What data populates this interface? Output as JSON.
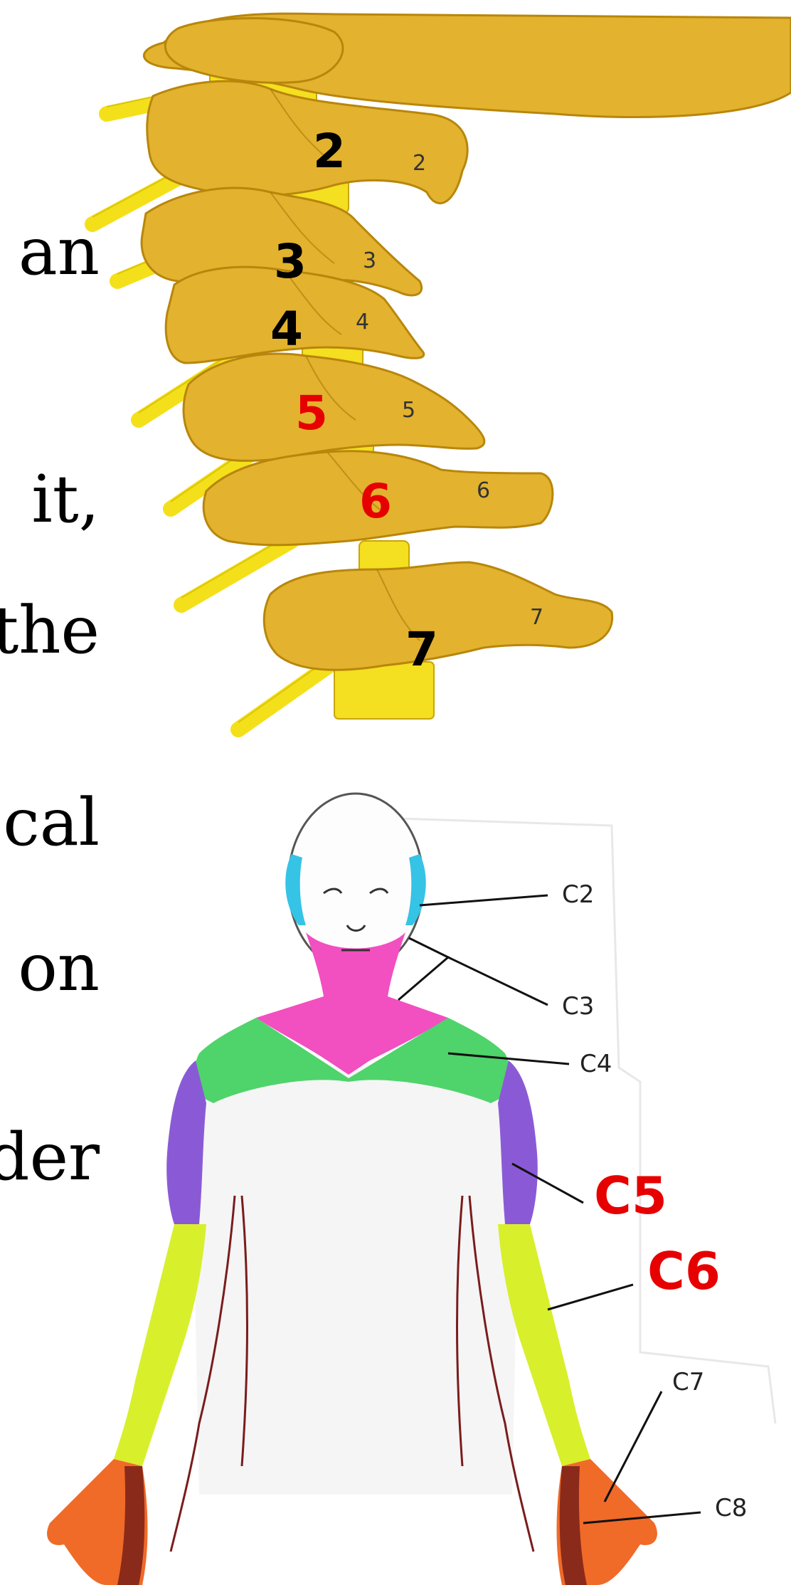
{
  "text_fragments": [
    "an",
    "it,",
    "the",
    "cal",
    "on",
    "der"
  ],
  "spine": {
    "vertebrae": [
      {
        "big": "2",
        "small": "2",
        "highlight": false
      },
      {
        "big": "3",
        "small": "3",
        "highlight": false
      },
      {
        "big": "4",
        "small": "4",
        "highlight": false
      },
      {
        "big": "5",
        "small": "5",
        "highlight": true
      },
      {
        "big": "6",
        "small": "6",
        "highlight": true
      },
      {
        "big": "7",
        "small": "7",
        "highlight": false
      }
    ]
  },
  "dermatome": {
    "labels": [
      {
        "text": "C2",
        "highlight": false
      },
      {
        "text": "C3",
        "highlight": false
      },
      {
        "text": "C4",
        "highlight": false
      },
      {
        "text": "C5",
        "highlight": true
      },
      {
        "text": "C6",
        "highlight": true
      },
      {
        "text": "C7",
        "highlight": false
      },
      {
        "text": "C8",
        "highlight": false
      }
    ]
  },
  "colors": {
    "bone": "#e3b22e",
    "bone_dark": "#b8860b",
    "nerve": "#f4e01a",
    "highlight_red": "#e60000",
    "c2": "#35c3e6",
    "c3": "#f24fc0",
    "c4": "#4fd36b",
    "c5": "#8a5ad6",
    "c6": "#d8ef2c",
    "c7": "#f06a28",
    "c8": "#8a2a1a"
  }
}
